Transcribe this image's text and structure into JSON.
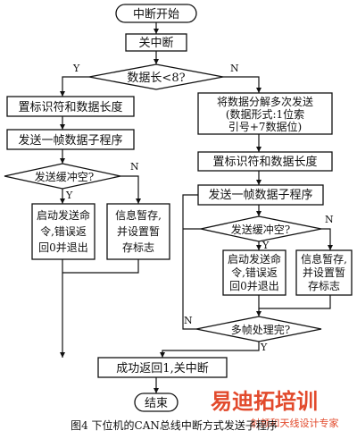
{
  "flowchart": {
    "nodes": {
      "start": "中断开始",
      "disable_int": "关中断",
      "check_len": "数据长<8?",
      "set_id_short": "置标识符和数据长度",
      "send_frame_short": "发送一帧数据子程序",
      "buf_empty_short": "发送缓冲空?",
      "start_cmd_short": [
        "启动发送命",
        "令,错误返",
        "回0并退出"
      ],
      "save_short": [
        "信息暂存,",
        "并设置暂",
        "存标志"
      ],
      "split": [
        "将数据分解多次发送",
        "(数据形式:1位索",
        "引号+7数据位)"
      ],
      "set_id_long": "置标识符和数据长度",
      "send_frame_long": "发送一帧数据子程序",
      "buf_empty_long": "发送缓冲空?",
      "start_cmd_long": [
        "启动发送命",
        "令,错误返",
        "回0并退出"
      ],
      "save_long": [
        "信息暂存,",
        "并设置暂",
        "存标志"
      ],
      "multi_done": "多帧处理完?",
      "success": "成功返回1,关中断",
      "end": "结束"
    },
    "branch_labels": {
      "len_yes": "Y",
      "len_no": "N",
      "buf1_yes": "Y",
      "buf1_no": "N",
      "buf2_yes": "Y",
      "buf2_no": "N",
      "multi_yes": "Y",
      "multi_no": "N"
    }
  },
  "caption": "图4 下位机的CAN总线中断方式发送子程序",
  "watermark": {
    "main": "易迪拓培训",
    "sub": "射频和天线设计专家",
    "color": "#e24a2c"
  }
}
